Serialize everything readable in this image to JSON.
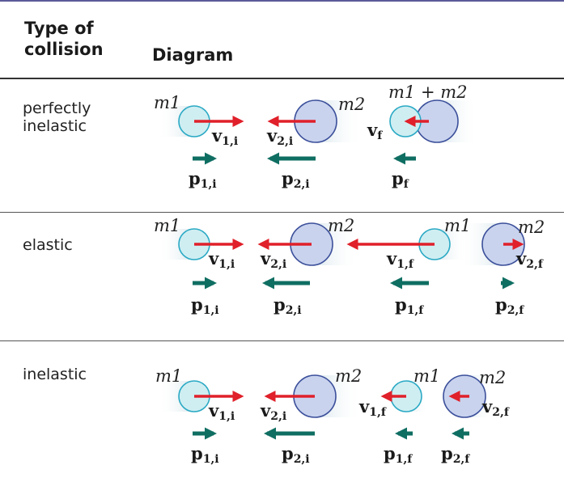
{
  "header": {
    "type_line1": "Type of",
    "type_line2": "collision",
    "diagram": "Diagram"
  },
  "rows": [
    {
      "label_line1": "perfectly",
      "label_line2": "inelastic",
      "m1": "m1",
      "m2": "m2",
      "combined": "m1 + m2",
      "v1i": {
        "main": "v",
        "sub": "1,i"
      },
      "v2i": {
        "main": "v",
        "sub": "2,i"
      },
      "vf": {
        "main": "v",
        "sub": "f"
      },
      "p1i": {
        "main": "p",
        "sub": "1,i"
      },
      "p2i": {
        "main": "p",
        "sub": "2,i"
      },
      "pf": {
        "main": "p",
        "sub": "f"
      }
    },
    {
      "label": "elastic",
      "m1": "m1",
      "m2": "m2",
      "m1_after": "m1",
      "m2_after": "m2",
      "v1i": {
        "main": "v",
        "sub": "1,i"
      },
      "v2i": {
        "main": "v",
        "sub": "2,i"
      },
      "v1f": {
        "main": "v",
        "sub": "1,f"
      },
      "v2f": {
        "main": "v",
        "sub": "2,f"
      },
      "p1i": {
        "main": "p",
        "sub": "1,i"
      },
      "p2i": {
        "main": "p",
        "sub": "2,i"
      },
      "p1f": {
        "main": "p",
        "sub": "1,f"
      },
      "p2f": {
        "main": "p",
        "sub": "2,f"
      }
    },
    {
      "label": "inelastic",
      "m1": "m1",
      "m2": "m2",
      "m1_after": "m1",
      "m2_after": "m2",
      "v1i": {
        "main": "v",
        "sub": "1,i"
      },
      "v2i": {
        "main": "v",
        "sub": "2,i"
      },
      "v1f": {
        "main": "v",
        "sub": "1,f"
      },
      "v2f": {
        "main": "v",
        "sub": "2,f"
      },
      "p1i": {
        "main": "p",
        "sub": "1,i"
      },
      "p2i": {
        "main": "p",
        "sub": "2,i"
      },
      "p1f": {
        "main": "p",
        "sub": "1,f"
      },
      "p2f": {
        "main": "p",
        "sub": "2,f"
      }
    }
  ],
  "colors": {
    "velocity_arrow": "#e0202a",
    "momentum_arrow": "#0f6e62",
    "small_ball": "#cfeef2",
    "small_ball_stroke": "#2aa9c4",
    "large_ball": "#c9d3ee",
    "large_ball_stroke": "#3b4f9a"
  }
}
